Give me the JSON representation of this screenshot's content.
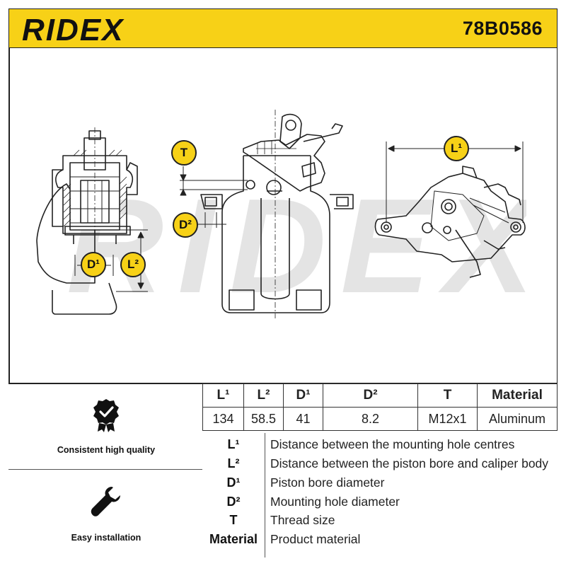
{
  "header": {
    "brand": "RIDEX",
    "part_number": "78B0586"
  },
  "dimension_labels": {
    "t": "T",
    "d2": "D²",
    "d1": "D¹",
    "l2": "L²",
    "l1": "L¹"
  },
  "features": [
    {
      "icon": "check-badge-icon",
      "title": "Consistent high quality"
    },
    {
      "icon": "wrench-icon",
      "title": "Easy installation"
    }
  ],
  "specs_table": {
    "headers": [
      "L¹",
      "L²",
      "D¹",
      "D²",
      "T",
      "Material"
    ],
    "values": [
      "134",
      "58.5",
      "41",
      "8.2",
      "M12x1",
      "Aluminum"
    ]
  },
  "legend": [
    {
      "key": "L¹",
      "desc": "Distance between the mounting hole centres"
    },
    {
      "key": "L²",
      "desc": "Distance between the piston bore and caliper body"
    },
    {
      "key": "D¹",
      "desc": "Piston bore diameter"
    },
    {
      "key": "D²",
      "desc": "Mounting hole diameter"
    },
    {
      "key": "T",
      "desc": "Thread size"
    },
    {
      "key": "Material",
      "desc": "Product material"
    }
  ],
  "colors": {
    "brand_yellow": "#f7d117",
    "line": "#222222"
  }
}
